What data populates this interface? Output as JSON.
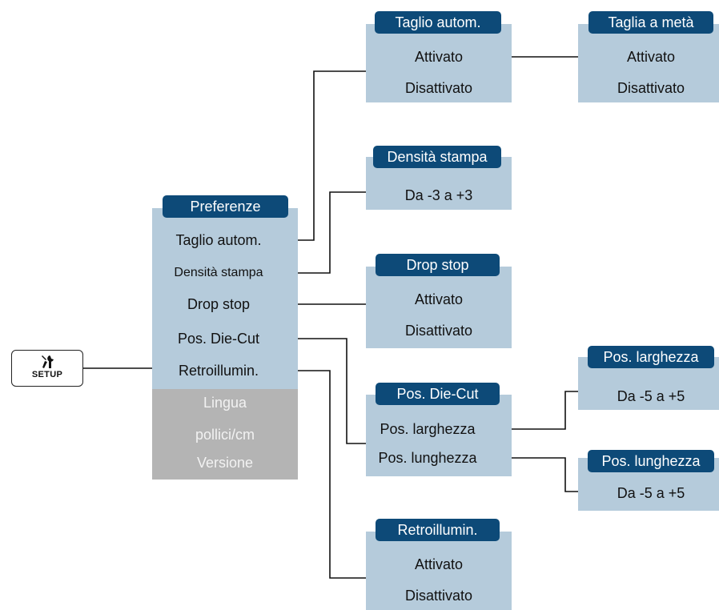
{
  "setup": {
    "label": "SETUP",
    "icon": "tools-icon"
  },
  "preferences": {
    "title": "Preferenze",
    "items": [
      "Taglio autom.",
      "Densità stampa",
      "Drop stop",
      "Pos. Die-Cut",
      "Retroillumin."
    ],
    "disabled_items": [
      "Lingua",
      "pollici/cm",
      "Versione"
    ]
  },
  "taglio_autom": {
    "title": "Taglio autom.",
    "options": [
      "Attivato",
      "Disattivato"
    ]
  },
  "taglia_meta": {
    "title": "Taglia a metà",
    "options": [
      "Attivato",
      "Disattivato"
    ]
  },
  "densita": {
    "title": "Densità stampa",
    "options": [
      "Da -3 a +3"
    ]
  },
  "drop_stop": {
    "title": "Drop stop",
    "options": [
      "Attivato",
      "Disattivato"
    ]
  },
  "die_cut": {
    "title": "Pos. Die-Cut",
    "options": [
      "Pos. larghezza",
      "Pos. lunghezza"
    ]
  },
  "pos_larghezza": {
    "title": "Pos. larghezza",
    "options": [
      "Da -5 a +5"
    ]
  },
  "pos_lunghezza": {
    "title": "Pos. lunghezza",
    "options": [
      "Da -5 a +5"
    ]
  },
  "retroillumin": {
    "title": "Retroillumin.",
    "options": [
      "Attivato",
      "Disattivato"
    ]
  },
  "colors": {
    "box": "#b5cbdb",
    "header": "#0d4a78",
    "disabled": "#b4b4b4",
    "line": "#111111"
  }
}
